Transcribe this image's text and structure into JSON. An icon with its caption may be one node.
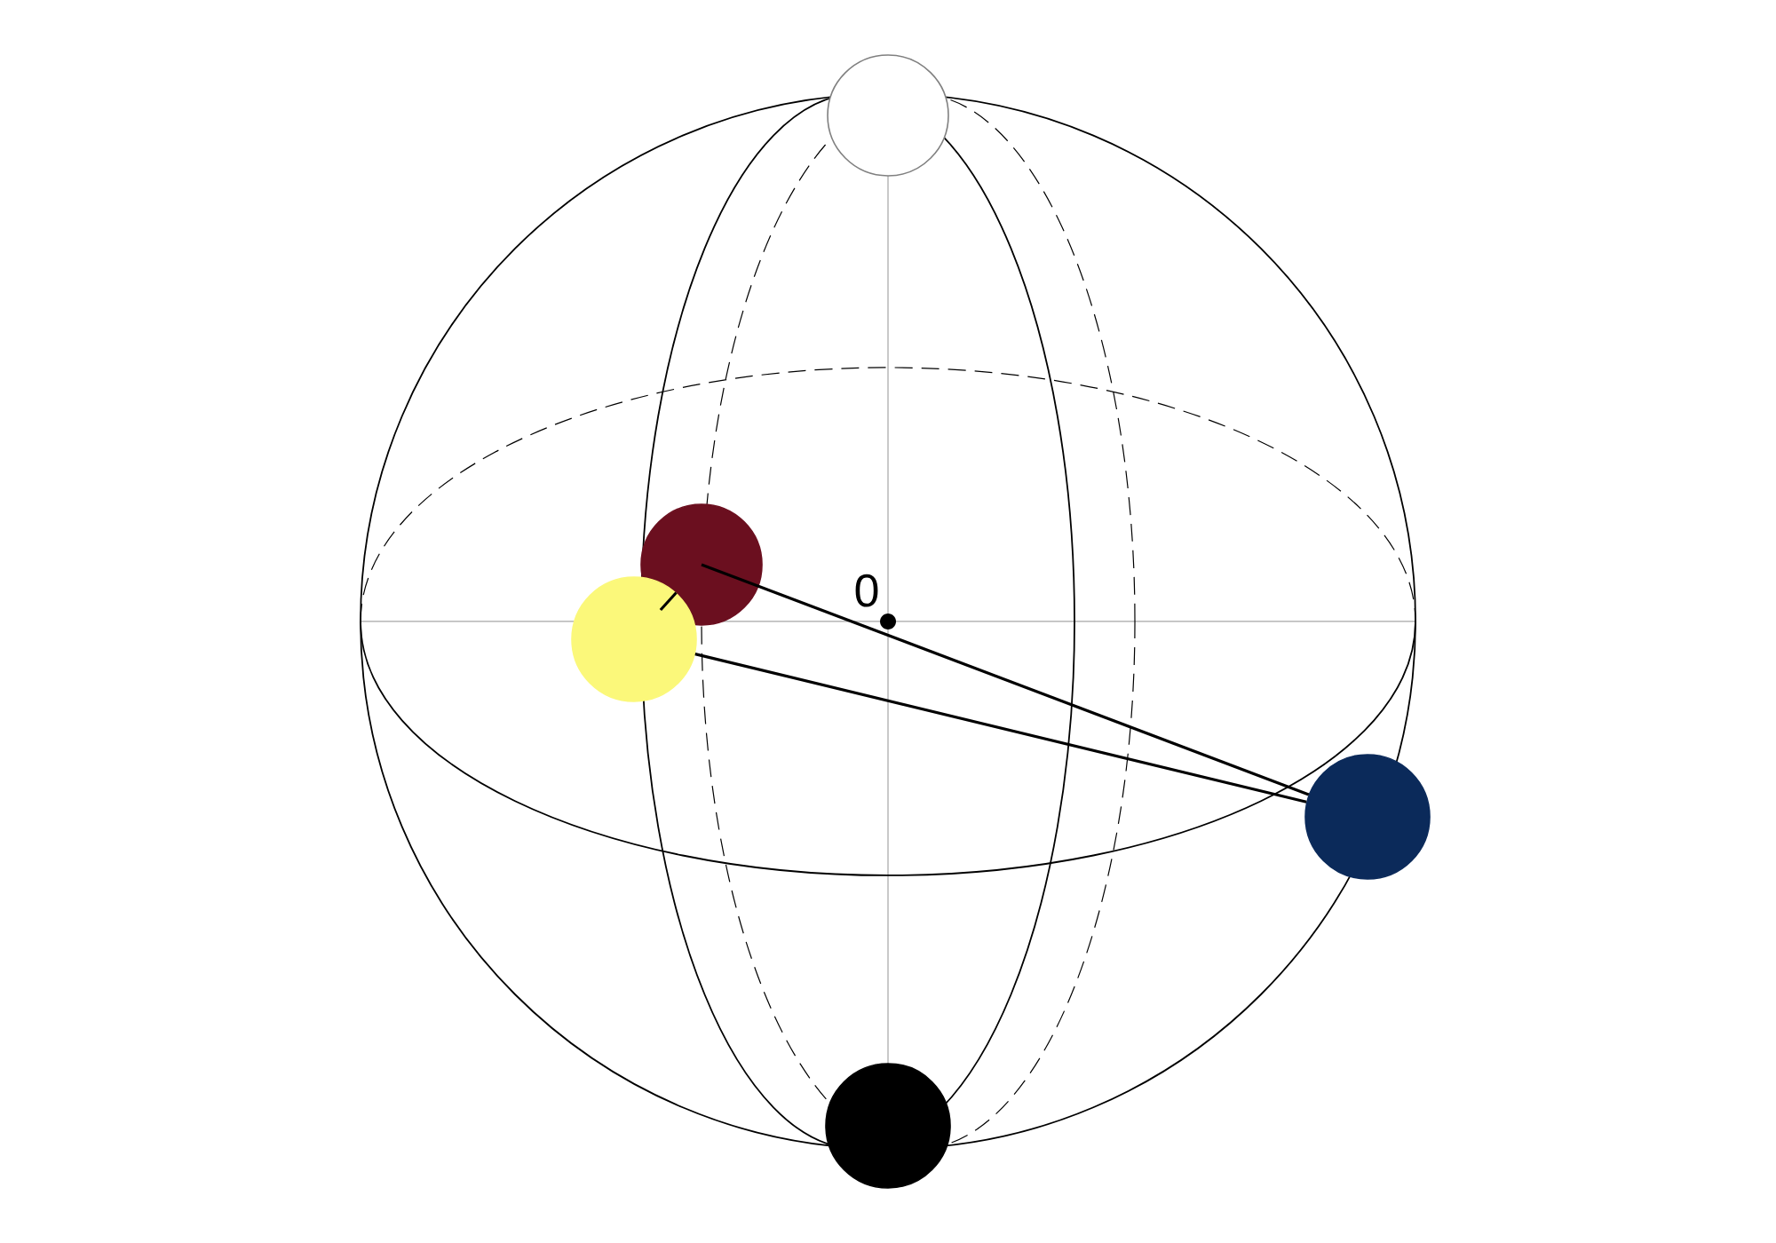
{
  "diagram": {
    "nodes": [
      {
        "text": [],
        "shape": "circle"
      },
      {
        "text": [],
        "shape": "circle"
      },
      {
        "text": [],
        "shape": "circle"
      },
      {
        "text": [],
        "shape": "circle"
      },
      {
        "text": [],
        "shape": "circle"
      }
    ],
    "edges": [
      {
        "from": 2,
        "to": 1,
        "arrow": "none"
      },
      {
        "from": 1,
        "to": 3,
        "arrow": "none"
      },
      {
        "from": 2,
        "to": 3,
        "arrow": "none"
      }
    ],
    "labels": [
      "0"
    ]
  }
}
